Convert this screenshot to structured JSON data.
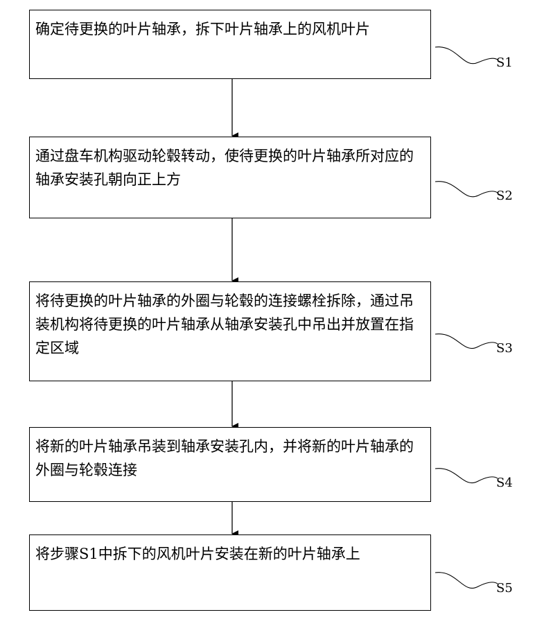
{
  "steps": [
    {
      "id": "S1",
      "text": "确定待更换的叶片轴承，拆下叶片轴承上的风机叶片"
    },
    {
      "id": "S2",
      "text": "通过盘车机构驱动轮毂转动，使待更换的叶片轴承所对应的轴承安装孔朝向正上方"
    },
    {
      "id": "S3",
      "text": "将待更换的叶片轴承的外圈与轮毂的连接螺栓拆除，通过吊装机构将待更换的叶片轴承从轴承安装孔中吊出并放置在指定区域"
    },
    {
      "id": "S4",
      "text": "将新的叶片轴承吊装到轴承安装孔内，并将新的叶片轴承的外圈与轮毂连接"
    },
    {
      "id": "S5",
      "text": "将步骤S1中拆下的风机叶片安装在新的叶片轴承上"
    }
  ]
}
